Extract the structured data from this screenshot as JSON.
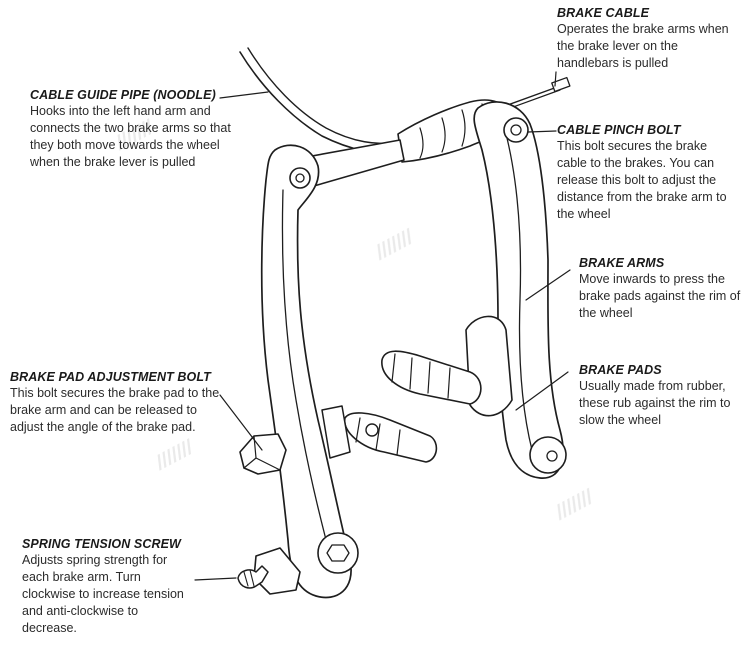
{
  "labels": {
    "brake_cable": {
      "title": "BRAKE CABLE",
      "desc": "Operates the brake arms when the brake lever on the handlebars is pulled"
    },
    "cable_guide_pipe": {
      "title": "CABLE GUIDE PIPE (NOODLE)",
      "desc": "Hooks into the left hand arm and connects the two brake arms so that they both move towards the wheel when the brake lever is pulled"
    },
    "cable_pinch_bolt": {
      "title": "CABLE PINCH BOLT",
      "desc": "This bolt secures the brake cable to the brakes. You can release this bolt to adjust the distance from the brake arm to the wheel"
    },
    "brake_arms": {
      "title": "BRAKE ARMS",
      "desc": "Move inwards to press the brake pads against the rim of the wheel"
    },
    "brake_pads": {
      "title": "BRAKE PADS",
      "desc": "Usually made from rubber, these rub against the rim to slow the wheel"
    },
    "brake_pad_adjustment_bolt": {
      "title": "BRAKE PAD ADJUSTMENT BOLT",
      "desc": "This bolt secures the brake pad to the brake arm and can be released to adjust the angle of the brake pad."
    },
    "spring_tension_screw": {
      "title": "SPRING TENSION SCREW",
      "desc": "Adjusts spring strength for each brake arm. Turn clockwise to increase tension and anti-clockwise to decrease."
    }
  }
}
